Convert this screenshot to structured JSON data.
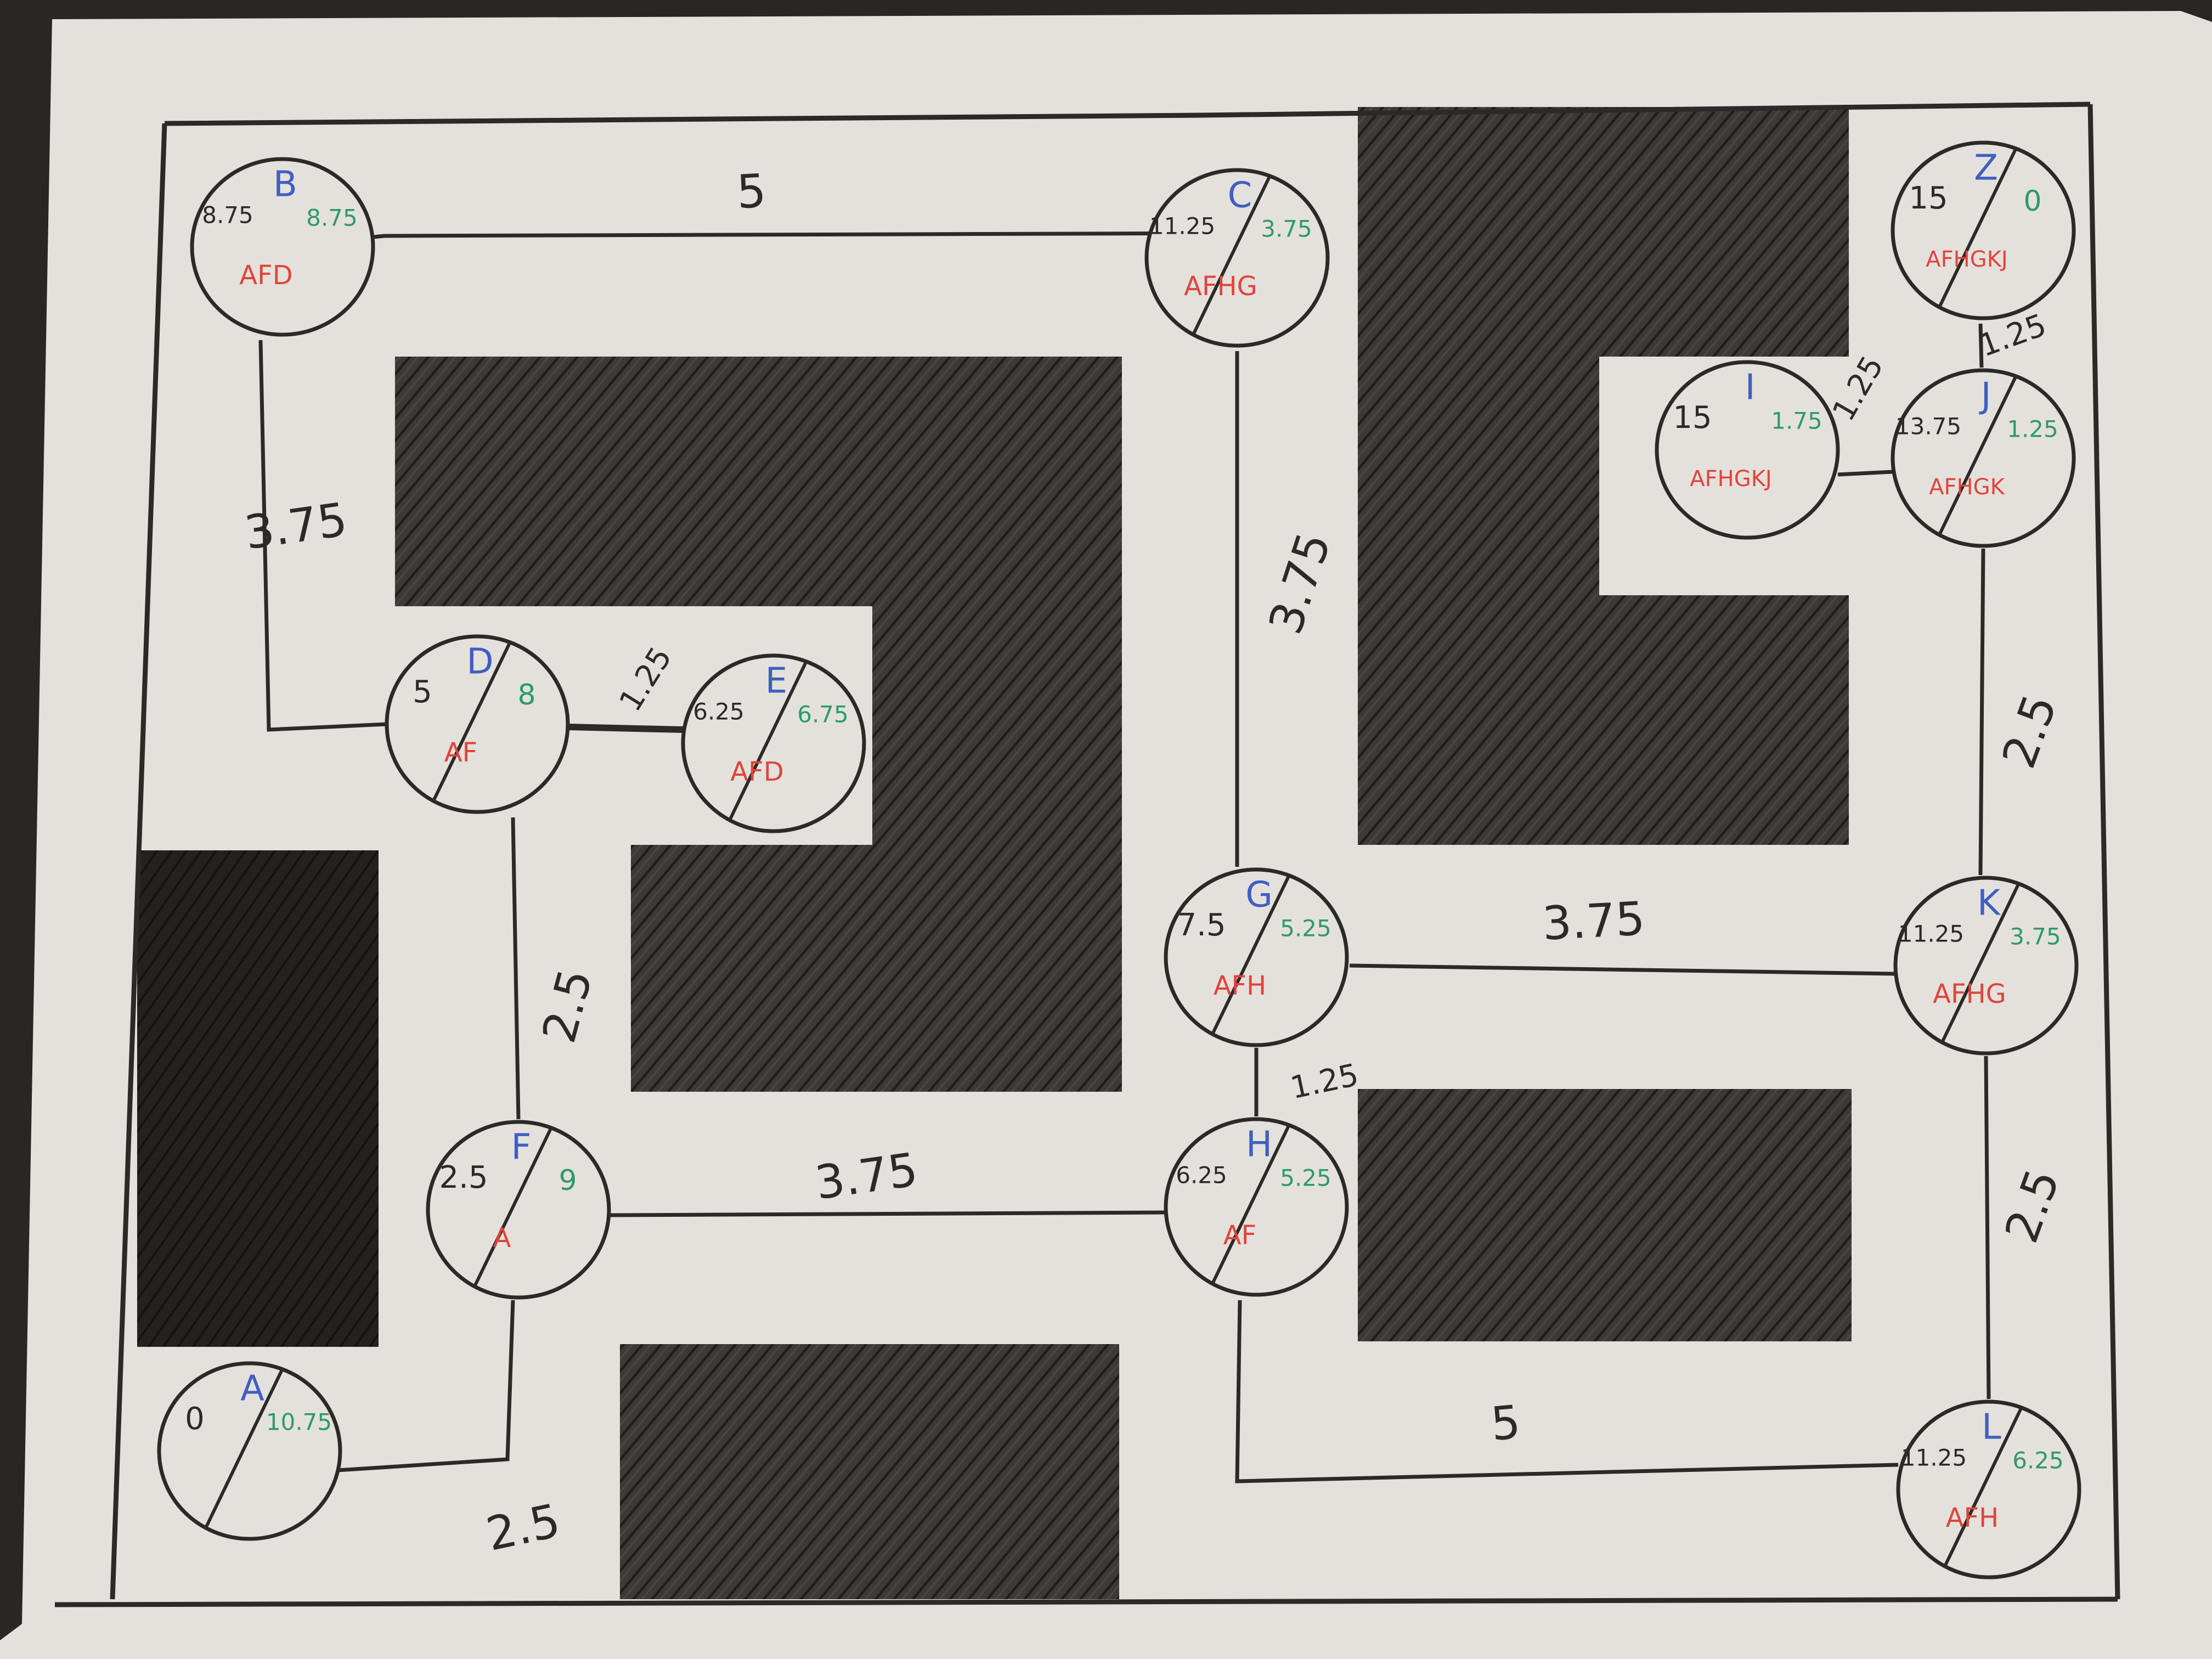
{
  "colors": {
    "background": "#2a2623",
    "paper": "#e4e1dc",
    "ink": "#2b2a28",
    "shade": "#3a3937",
    "letter_blue": "#3f5fc0",
    "h_green": "#2e9a6a",
    "path_red": "#e0443c"
  },
  "nodes": [
    {
      "id": "A",
      "g": "0",
      "h": "10.75",
      "path": ""
    },
    {
      "id": "B",
      "g": "8.75",
      "h": "8.75",
      "path": "AFD"
    },
    {
      "id": "C",
      "g": "11.25",
      "h": "3.75",
      "path": "AFHG"
    },
    {
      "id": "D",
      "g": "5",
      "h": "8",
      "path": "AF"
    },
    {
      "id": "E",
      "g": "6.25",
      "h": "6.75",
      "path": "AFD"
    },
    {
      "id": "F",
      "g": "2.5",
      "h": "9",
      "path": "A"
    },
    {
      "id": "G",
      "g": "7.5",
      "h": "5.25",
      "path": "AFH"
    },
    {
      "id": "H",
      "g": "6.25",
      "h": "5.25",
      "path": "AF"
    },
    {
      "id": "I",
      "g": "15",
      "h": "1.75",
      "path": "AFHGKJ"
    },
    {
      "id": "J",
      "g": "13.75",
      "h": "1.25",
      "path": "AFHGK"
    },
    {
      "id": "K",
      "g": "11.25",
      "h": "3.75",
      "path": "AFHG"
    },
    {
      "id": "L",
      "g": "11.25",
      "h": "6.25",
      "path": "AFH"
    },
    {
      "id": "Z",
      "g": "15",
      "h": "0",
      "path": "AFHGKJ"
    }
  ],
  "edges": [
    {
      "from": "B",
      "to": "C",
      "weight": "5"
    },
    {
      "from": "B",
      "to": "D",
      "weight": "3.75"
    },
    {
      "from": "D",
      "to": "E",
      "weight": "1.25"
    },
    {
      "from": "D",
      "to": "F",
      "weight": "2.5"
    },
    {
      "from": "A",
      "to": "F",
      "weight": "2.5"
    },
    {
      "from": "F",
      "to": "H",
      "weight": "3.75"
    },
    {
      "from": "C",
      "to": "G",
      "weight": "3.75"
    },
    {
      "from": "G",
      "to": "H",
      "weight": "1.25"
    },
    {
      "from": "G",
      "to": "K",
      "weight": "3.75"
    },
    {
      "from": "H",
      "to": "L",
      "weight": "5"
    },
    {
      "from": "K",
      "to": "L",
      "weight": "2.5"
    },
    {
      "from": "J",
      "to": "K",
      "weight": "2.5"
    },
    {
      "from": "I",
      "to": "J",
      "weight": "1.25"
    },
    {
      "from": "J",
      "to": "Z",
      "weight": "1.25"
    }
  ]
}
